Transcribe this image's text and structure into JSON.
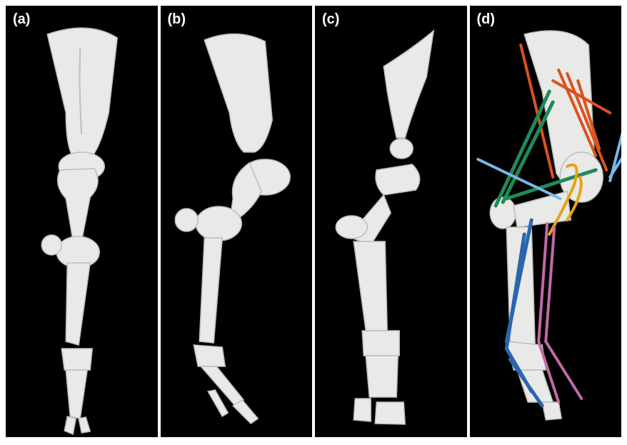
{
  "panels": [
    {
      "label": "(a)"
    },
    {
      "label": "(b)"
    },
    {
      "label": "(c)"
    },
    {
      "label": "(d)"
    }
  ],
  "colors": {
    "background": "#000000",
    "bone": "#e9e9e7",
    "bone_shade": "#bdbdbb",
    "muscle_orange": "#d9531e",
    "muscle_green": "#1f8a58",
    "muscle_lightblue": "#7ab6e6",
    "muscle_yellow": "#e8a21a",
    "muscle_blue": "#2a66ad",
    "muscle_pink": "#c06aa8"
  }
}
